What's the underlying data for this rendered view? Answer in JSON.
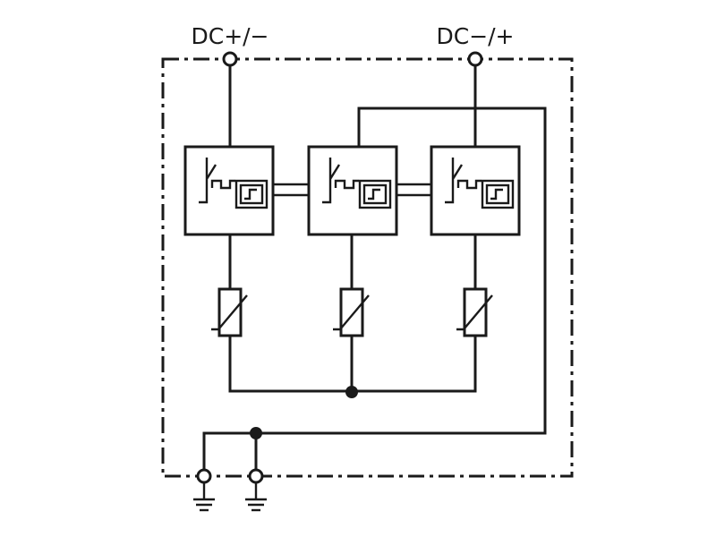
{
  "terminals": {
    "left_label": "DC+/−",
    "right_label": "DC−/+"
  },
  "modules": {
    "count": 3,
    "element": "thermal-disconnector-with-varistor"
  },
  "ground": {
    "terminal_count": 2,
    "symbol": "earth-ground-icon"
  },
  "colors": {
    "line": "#1a1a1a",
    "background": "#ffffff"
  }
}
